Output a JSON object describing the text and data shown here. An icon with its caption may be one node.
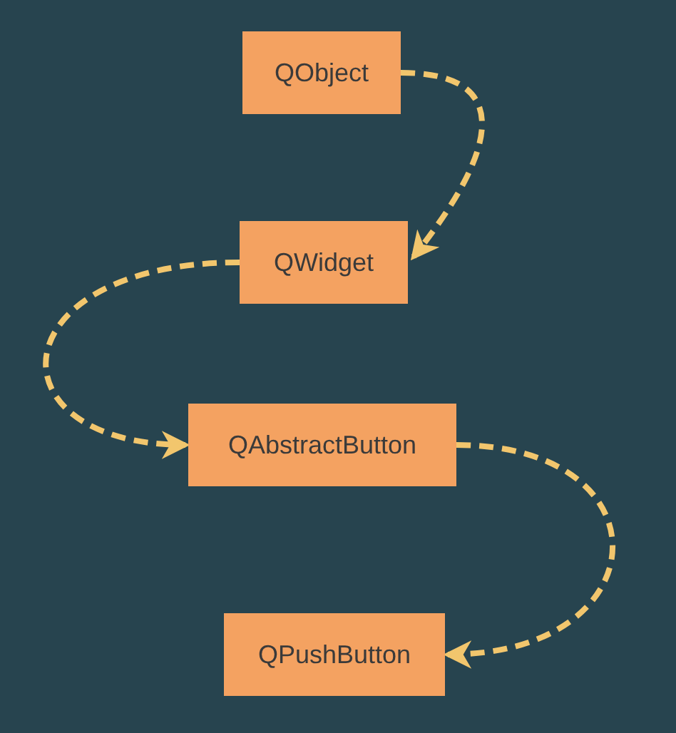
{
  "diagram": {
    "nodes": [
      {
        "text": [
          "QObject"
        ]
      },
      {
        "text": [
          "QWidget"
        ]
      },
      {
        "text": [
          "QAbstractButton"
        ]
      },
      {
        "text": [
          "QPushButton"
        ]
      }
    ],
    "edges": [
      {
        "from": 0,
        "to": 1,
        "arrow": "to",
        "style": "dashed"
      },
      {
        "from": 1,
        "to": 2,
        "arrow": "to",
        "style": "dashed"
      },
      {
        "from": 2,
        "to": 3,
        "arrow": "to",
        "style": "dashed"
      }
    ]
  }
}
